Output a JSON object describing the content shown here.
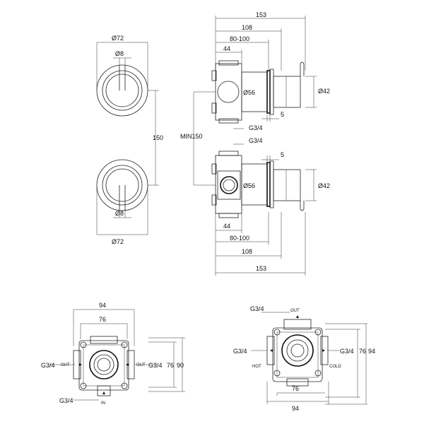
{
  "front": {
    "diam_top": "Ø72",
    "rod_top": "Ø8",
    "spacing": "150",
    "rod_bottom": "Ø8",
    "diam_bottom": "Ø72"
  },
  "side": {
    "overall_top": "153",
    "d108_top": "108",
    "d80_100_top": "80-100",
    "d44_top": "44",
    "body_diam_top": "Ø56",
    "handle_diam_top": "Ø42",
    "gap5_top": "5",
    "thread_top": "G3/4",
    "min_spacing": "MIN150",
    "thread_mid": "G3/4",
    "gap5_bottom": "5",
    "body_diam_bottom": "Ø56",
    "handle_diam_bottom": "Ø42",
    "d44_bottom": "44",
    "d80_100_bottom": "80-100",
    "d108_bottom": "108",
    "overall_bottom": "153"
  },
  "body_left": {
    "w94": "94",
    "w76": "76",
    "thread_left": "G3/4",
    "out_left": "OUT",
    "out_right": "OUT",
    "thread_right": "G3/4",
    "h76": "76",
    "h90": "90",
    "thread_bottom": "G3/4",
    "in_label": "IN"
  },
  "body_right": {
    "thread_top": "G3/4",
    "out_label": "OUT",
    "thread_left": "G3/4",
    "hot_label": "HOT",
    "thread_right": "G3/4",
    "cold_label": "COLD",
    "h76": "76",
    "h94": "94",
    "w76": "76",
    "w94": "94"
  }
}
